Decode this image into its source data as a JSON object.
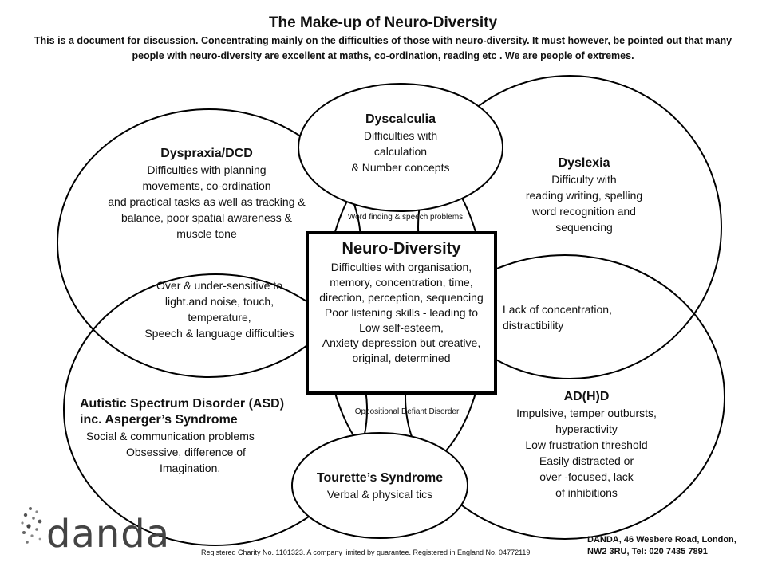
{
  "title": "The Make-up of  Neuro-Diversity",
  "intro": {
    "line1": "This is a document for discussion. Concentrating mainly on the difficulties of those with neuro-diversity. It must however, be pointed out that many",
    "line2": "people with neuro-diversity are excellent at maths, co-ordination, reading etc . We are people of extremes."
  },
  "dyscalculia": {
    "title": "Dyscalculia",
    "lines": [
      "Difficulties with",
      "calculation",
      "& Number concepts"
    ]
  },
  "dyspraxia": {
    "title": "Dyspraxia/DCD",
    "lines": [
      "Difficulties with planning",
      "movements, co-ordination",
      "and practical tasks as well as tracking &",
      "balance, poor spatial awareness &",
      "muscle tone"
    ]
  },
  "dyslexia": {
    "title": "Dyslexia",
    "lines": [
      "Difficulty with",
      "reading writing, spelling",
      "word recognition and",
      "sequencing"
    ]
  },
  "word_finding": "Word finding & speech problems",
  "sensory": {
    "lines": [
      "Over & under-sensitive to",
      "light.and noise, touch,",
      "temperature,",
      "Speech & language difficulties"
    ]
  },
  "center": {
    "title": "Neuro-Diversity",
    "lines": [
      "Difficulties with organisation,",
      "memory, concentration, time,",
      "direction, perception, sequencing",
      "Poor listening skills - leading to",
      "Low self-esteem,",
      "Anxiety depression but creative,",
      "original, determined"
    ]
  },
  "concentration": {
    "lines": [
      "Lack of concentration,",
      "distractibility"
    ]
  },
  "asd": {
    "title_line1": "Autistic Spectrum Disorder (ASD)",
    "title_line2": "inc. Asperger’s Syndrome",
    "lines": [
      "Social & communication problems",
      "Obsessive, difference of",
      "Imagination."
    ]
  },
  "odd": "Oppositional Defiant Disorder",
  "adhd": {
    "title": "AD(H)D",
    "lines": [
      "Impulsive, temper  outbursts,",
      "hyperactivity",
      "Low frustration threshold",
      "Easily distracted or",
      "over -focused, lack",
      "of inhibitions"
    ]
  },
  "tourettes": {
    "title": "Tourette’s Syndrome",
    "lines": [
      "Verbal & physical tics"
    ]
  },
  "logo_text": "danda",
  "footer": "Registered Charity No. 1101323.  A company limited by guarantee. Registered in England No. 04772119",
  "address": {
    "line1": "DANDA, 46 Wesbere Road, London,",
    "line2": "NW2 3RU,  Tel: 020 7435 7891"
  }
}
